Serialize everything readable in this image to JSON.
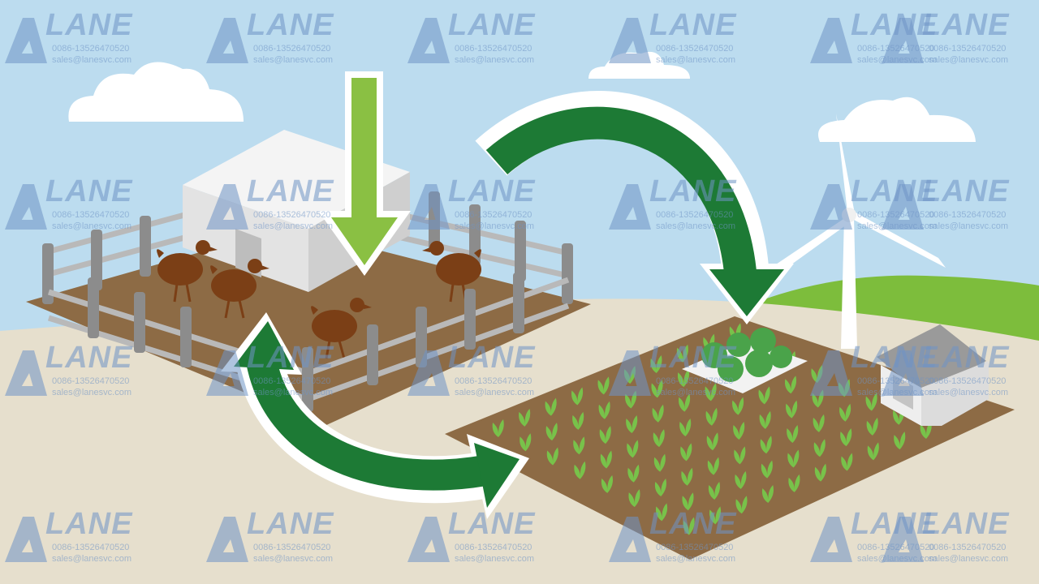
{
  "watermark": {
    "brand": "LANE",
    "phone": "0086-13526470520",
    "email": "sales@lanesvc.com"
  },
  "colors": {
    "sky": "#bcdcef",
    "ground": "#e6dfcd",
    "soil": "#8d6b45",
    "grass_hill": "#7dbd3c",
    "arrow_light_green": "#8ac043",
    "arrow_dark_green": "#1d7a35",
    "chicken": "#7b3f16",
    "fence": "#9a9a9a",
    "watermark": "#6f94c6"
  },
  "icons": [
    "chicken-icon",
    "coop-icon",
    "fence-icon",
    "wind-turbine-icon",
    "barn-icon",
    "crop-field-icon",
    "cycle-arrow-icon",
    "input-arrow-icon",
    "cloud-icon"
  ]
}
